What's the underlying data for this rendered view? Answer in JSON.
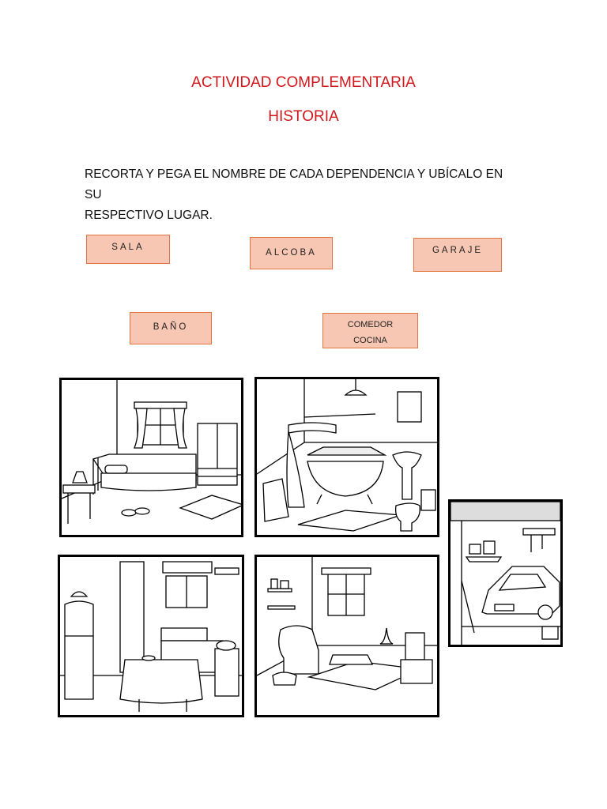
{
  "header": {
    "title": "ACTIVIDAD COMPLEMENTARIA",
    "subject": "HISTORIA"
  },
  "instructions": {
    "line1": "RECORTA Y PEGA EL NOMBRE DE CADA DEPENDENCIA Y UBÍCALO EN SU",
    "line2": "RESPECTIVO LUGAR."
  },
  "labels": {
    "sala": "SALA",
    "alcoba": "ALCOBA",
    "garaje": "GARAJE",
    "bano": "BAÑO",
    "comedor_line1": "COMEDOR",
    "comedor_line2": "COCINA"
  },
  "colors": {
    "title": "#d0171c",
    "label_fill": "#f7c7b3",
    "label_border": "#e2753f"
  },
  "pictures": {
    "bedroom": "bedroom-drawing",
    "bathroom": "bathroom-drawing",
    "garage": "garage-drawing",
    "kitchen": "kitchen-dining-drawing",
    "living": "living-room-drawing"
  }
}
